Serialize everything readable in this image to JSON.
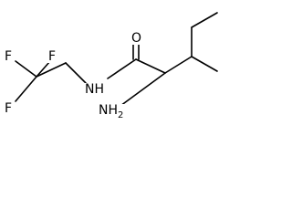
{
  "molecule": {
    "atoms": {
      "oxygen": "O",
      "amide_nh": "NH",
      "amine_nh2": "NH2",
      "fluorine_1": "F",
      "fluorine_2": "F",
      "fluorine_3": "F"
    },
    "colors": {
      "bond": "#000000",
      "label": "#000000",
      "background": "#ffffff"
    }
  }
}
